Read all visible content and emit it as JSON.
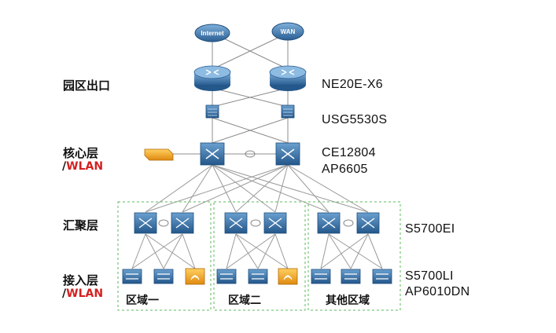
{
  "layers": {
    "egress": "园区出口",
    "core": "核心层",
    "core_sub_slash": "/",
    "core_sub_wlan": "WLAN",
    "aggregation": "汇聚层",
    "access": "接入层",
    "access_sub_slash": "/",
    "access_sub_wlan": "WLAN"
  },
  "clouds": {
    "internet": "Internet",
    "wan": "WAN"
  },
  "models": {
    "router": "NE20E-X6",
    "firewall": "USG5530S",
    "core_switch": "CE12804",
    "core_ap": "AP6605",
    "agg_switch": "S5700EI",
    "access_switch": "S5700LI",
    "access_ap": "AP6010DN"
  },
  "zones": [
    {
      "label": "区域一"
    },
    {
      "label": "区域二"
    },
    {
      "label": "其他区域"
    }
  ],
  "colors": {
    "device_blue": "#2f6fa8",
    "device_light": "#6ea2cf",
    "ap_orange": "#f0a020",
    "zone_border": "#5cb85c",
    "link_gray": "#8c8c8c",
    "wlan_red": "#d42020"
  }
}
